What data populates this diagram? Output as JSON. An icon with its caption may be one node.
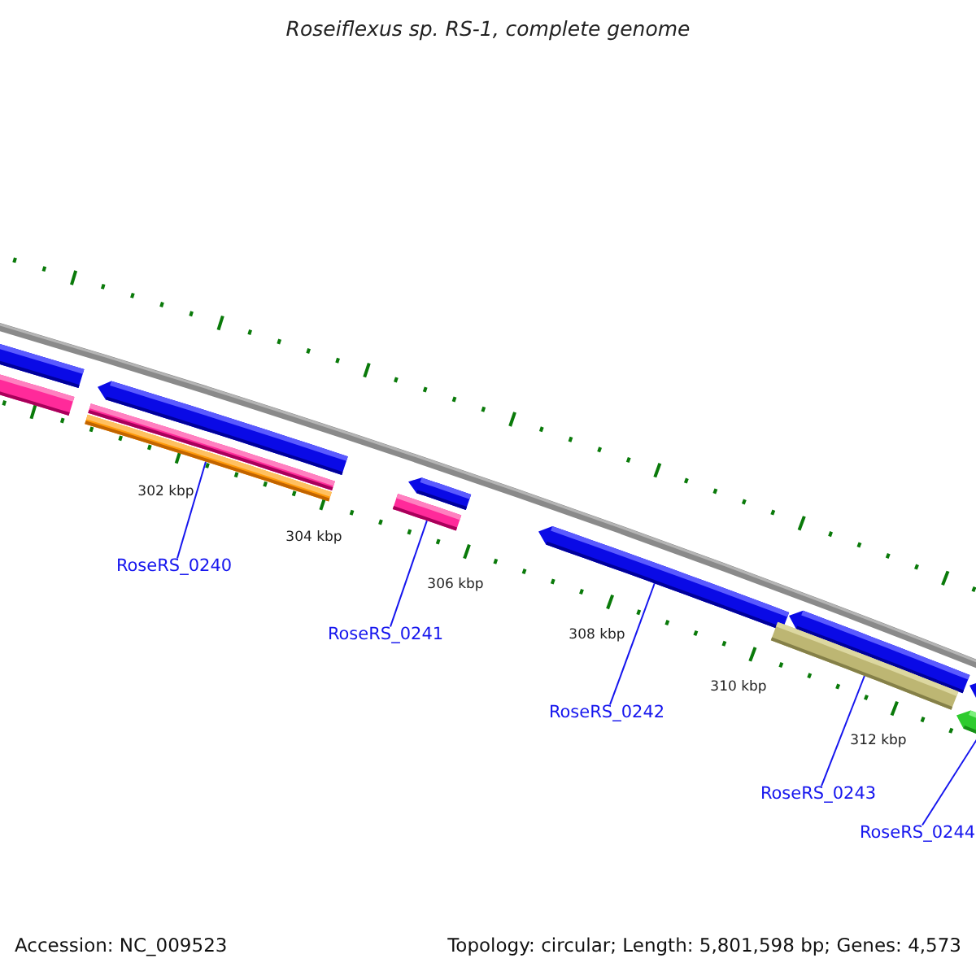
{
  "diagram": {
    "title": "Roseiflexus sp. RS-1, complete genome",
    "nodes": [
      {
        "text": [],
        "shape": "bar"
      },
      {
        "text": [
          "RoseRS_0240"
        ]
      },
      {
        "text": [],
        "shape": "bar"
      },
      {
        "text": [
          "RoseRS_0241"
        ]
      },
      {
        "text": [],
        "shape": "bar"
      },
      {
        "text": [
          "RoseRS_0242"
        ]
      },
      {
        "text": [],
        "shape": "bar"
      },
      {
        "text": [
          "RoseRS_0243"
        ]
      },
      {
        "text": [],
        "shape": "bar"
      },
      {
        "text": [
          "RoseRS_0244"
        ]
      }
    ],
    "edges": [
      {
        "from": 1,
        "to": 0,
        "arrow": "none"
      },
      {
        "from": 3,
        "to": 2,
        "arrow": "none"
      },
      {
        "from": 5,
        "to": 4,
        "arrow": "none"
      },
      {
        "from": 7,
        "to": 6,
        "arrow": "none"
      },
      {
        "from": 9,
        "to": 8,
        "arrow": "none"
      }
    ],
    "labels": [
      "302 kbp",
      "304 kbp",
      "306 kbp",
      "308 kbp",
      "310 kbp",
      "312 kbp",
      "Accession: NC_009523",
      "Topology: circular; Length: 5,801,598 bp; Genes: 4,573"
    ]
  }
}
